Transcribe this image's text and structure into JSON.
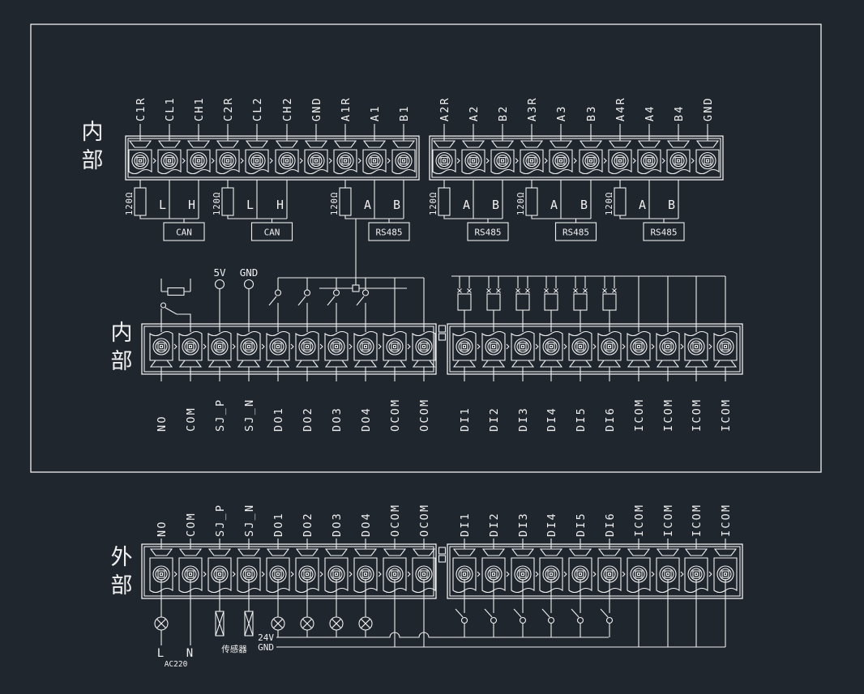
{
  "colors": {
    "background": "#20262e",
    "line": "#f0f0f0"
  },
  "sections": {
    "internal_top": "内部",
    "internal_middle": "内部",
    "external": "外部"
  },
  "blocks": {
    "top_left": {
      "labels": [
        "C1R",
        "CL1",
        "CH1",
        "C2R",
        "CL2",
        "CH2",
        "GND",
        "A1R",
        "A1",
        "B1"
      ]
    },
    "top_right": {
      "labels": [
        "A2R",
        "A2",
        "B2",
        "A3R",
        "A3",
        "B3",
        "A4R",
        "A4",
        "B4",
        "GND"
      ]
    },
    "middle_left": {
      "labels": [
        "NO",
        "COM",
        "SJ_P",
        "SJ_N",
        "DO1",
        "DO2",
        "DO3",
        "DO4",
        "OCOM",
        "OCOM"
      ]
    },
    "middle_right": {
      "labels": [
        "DI1",
        "DI2",
        "DI3",
        "DI4",
        "DI5",
        "DI6",
        "ICOM",
        "ICOM",
        "ICOM",
        "ICOM"
      ]
    },
    "bottom_left": {
      "labels": [
        "NO",
        "COM",
        "SJ_P",
        "SJ_N",
        "DO1",
        "DO2",
        "DO3",
        "DO4",
        "OCOM",
        "OCOM"
      ]
    },
    "bottom_right": {
      "labels": [
        "DI1",
        "DI2",
        "DI3",
        "DI4",
        "DI5",
        "DI6",
        "ICOM",
        "ICOM",
        "ICOM",
        "ICOM"
      ]
    }
  },
  "comm_groups": [
    {
      "resistor": "120Ω",
      "pins": [
        "L",
        "H"
      ],
      "box": "CAN"
    },
    {
      "resistor": "120Ω",
      "pins": [
        "L",
        "H"
      ],
      "box": "CAN"
    },
    {
      "resistor": "120Ω",
      "pins": [
        "A",
        "B"
      ],
      "box": "RS485"
    },
    {
      "resistor": "120Ω",
      "pins": [
        "A",
        "B"
      ],
      "box": "RS485"
    },
    {
      "resistor": "120Ω",
      "pins": [
        "A",
        "B"
      ],
      "box": "RS485"
    },
    {
      "resistor": "120Ω",
      "pins": [
        "A",
        "B"
      ],
      "box": "RS485"
    }
  ],
  "annotations": {
    "v5": "5V",
    "gnd_tp": "GND",
    "v24": "24V",
    "gnd_rail": "GND",
    "line": "L",
    "neutral": "N",
    "ac": "AC220",
    "sensor": "传感器"
  }
}
